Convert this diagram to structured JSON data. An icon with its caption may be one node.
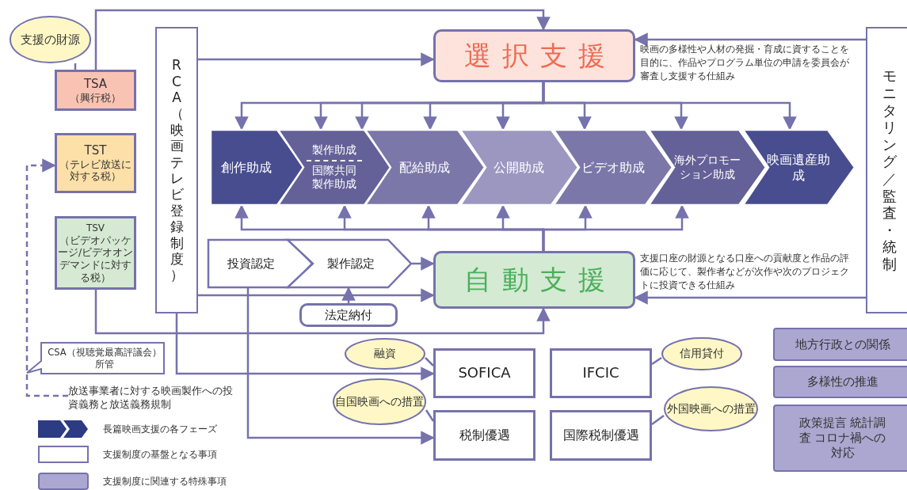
{
  "diagram": {
    "nodes": [
      {
        "text": [
          "支援の財源"
        ]
      },
      {
        "text": [
          "TSA",
          "（興行税）"
        ]
      },
      {
        "text": [
          "TST",
          "（テレビ放送に対する税）"
        ]
      },
      {
        "text": [
          "TSV",
          "（ビデオパッケージ/ビデオオンデマンドに対する税）"
        ]
      },
      {
        "text": [
          "RCA（映画テレビ登録制度）"
        ]
      },
      {
        "text": [
          "選択支援"
        ],
        "beside": [
          "映画の多様性や人材の発掘・育成に資することを目的に、作品やプログラム単位の申請を委員会が審査し支援する仕組み"
        ]
      },
      {
        "text": [
          "モニタリング／監査・統制"
        ]
      },
      {
        "text": [
          "創作助成"
        ]
      },
      {
        "text": [
          "製作助成",
          "国際共同製作助成"
        ]
      },
      {
        "text": [
          "配給助成"
        ]
      },
      {
        "text": [
          "公開助成"
        ]
      },
      {
        "text": [
          "ビデオ助成"
        ]
      },
      {
        "text": [
          "海外プロモーション助成"
        ]
      },
      {
        "text": [
          "映画遺産助成"
        ]
      },
      {
        "text": [
          "投資認定"
        ]
      },
      {
        "text": [
          "製作認定"
        ]
      },
      {
        "text": [
          "自動支援"
        ],
        "beside": [
          "支援口座の財源となる口座への貢献度と作品の評価に応じて、製作者などが次作や次のプロジェクトに投資できる仕組み"
        ]
      },
      {
        "text": [
          "法定納付"
        ]
      },
      {
        "text": [
          "CSA（視聴覚最高評議会）所管"
        ]
      },
      {
        "text": [
          "融資"
        ]
      },
      {
        "text": [
          "SOFICA"
        ]
      },
      {
        "text": [
          "IFCIC"
        ]
      },
      {
        "text": [
          "信用貸付"
        ]
      },
      {
        "text": [
          "自国映画への措置"
        ]
      },
      {
        "text": [
          "税制優遇"
        ]
      },
      {
        "text": [
          "国際税制優遇"
        ]
      },
      {
        "text": [
          "外国映画への措置"
        ]
      },
      {
        "text": [
          "地方行政との関係"
        ]
      },
      {
        "text": [
          "多様性の推進"
        ]
      },
      {
        "text": [
          "政策提言 統計調査 コロナ禍への対応"
        ]
      },
      {
        "text": [
          "放送事業者に対する映画製作への投資義務と放送義務規制"
        ]
      }
    ],
    "edges": [
      {
        "from": 0,
        "to": 1,
        "arrow": "none"
      },
      {
        "from": 1,
        "to": 5,
        "arrow": "to"
      },
      {
        "from": 4,
        "to": 5,
        "arrow": "to"
      },
      {
        "from": 6,
        "to": 5,
        "arrow": "to"
      },
      {
        "from": 5,
        "to": 7,
        "arrow": "to"
      },
      {
        "from": 5,
        "to": 8,
        "arrow": "to"
      },
      {
        "from": 5,
        "to": 8,
        "arrow": "to"
      },
      {
        "from": 5,
        "to": 9,
        "arrow": "to"
      },
      {
        "from": 5,
        "to": 10,
        "arrow": "to"
      },
      {
        "from": 5,
        "to": 11,
        "arrow": "to"
      },
      {
        "from": 5,
        "to": 12,
        "arrow": "to"
      },
      {
        "from": 5,
        "to": 13,
        "arrow": "to"
      },
      {
        "from": 16,
        "to": 7,
        "arrow": "to"
      },
      {
        "from": 16,
        "to": 8,
        "arrow": "to"
      },
      {
        "from": 16,
        "to": 9,
        "arrow": "to"
      },
      {
        "from": 16,
        "to": 10,
        "arrow": "to"
      },
      {
        "from": 16,
        "to": 11,
        "arrow": "to"
      },
      {
        "from": 16,
        "to": 12,
        "arrow": "to"
      },
      {
        "from": 15,
        "to": 16,
        "arrow": "to"
      },
      {
        "from": 4,
        "to": 16,
        "arrow": "to"
      },
      {
        "from": 17,
        "to": 15,
        "arrow": "to"
      },
      {
        "from": 3,
        "to": 16,
        "arrow": "to"
      },
      {
        "from": 6,
        "to": 16,
        "arrow": "to"
      },
      {
        "from": 30,
        "to": 2,
        "arrow": "to",
        "style": "dashed"
      },
      {
        "from": 4,
        "to": 20,
        "arrow": "to"
      },
      {
        "from": 14,
        "to": 24,
        "arrow": "to"
      },
      {
        "from": 19,
        "to": 20,
        "arrow": "none"
      },
      {
        "from": 22,
        "to": 21,
        "arrow": "none"
      },
      {
        "from": 23,
        "to": 24,
        "arrow": "none"
      },
      {
        "from": 26,
        "to": 25,
        "arrow": "none"
      }
    ],
    "legend": [
      {
        "text": "長篇映画支援の各フェーズ"
      },
      {
        "text": "支援制度の基盤となる事項"
      },
      {
        "text": "支援制度に関連する特殊事項",
        "color": "#aba7d0"
      }
    ]
  }
}
